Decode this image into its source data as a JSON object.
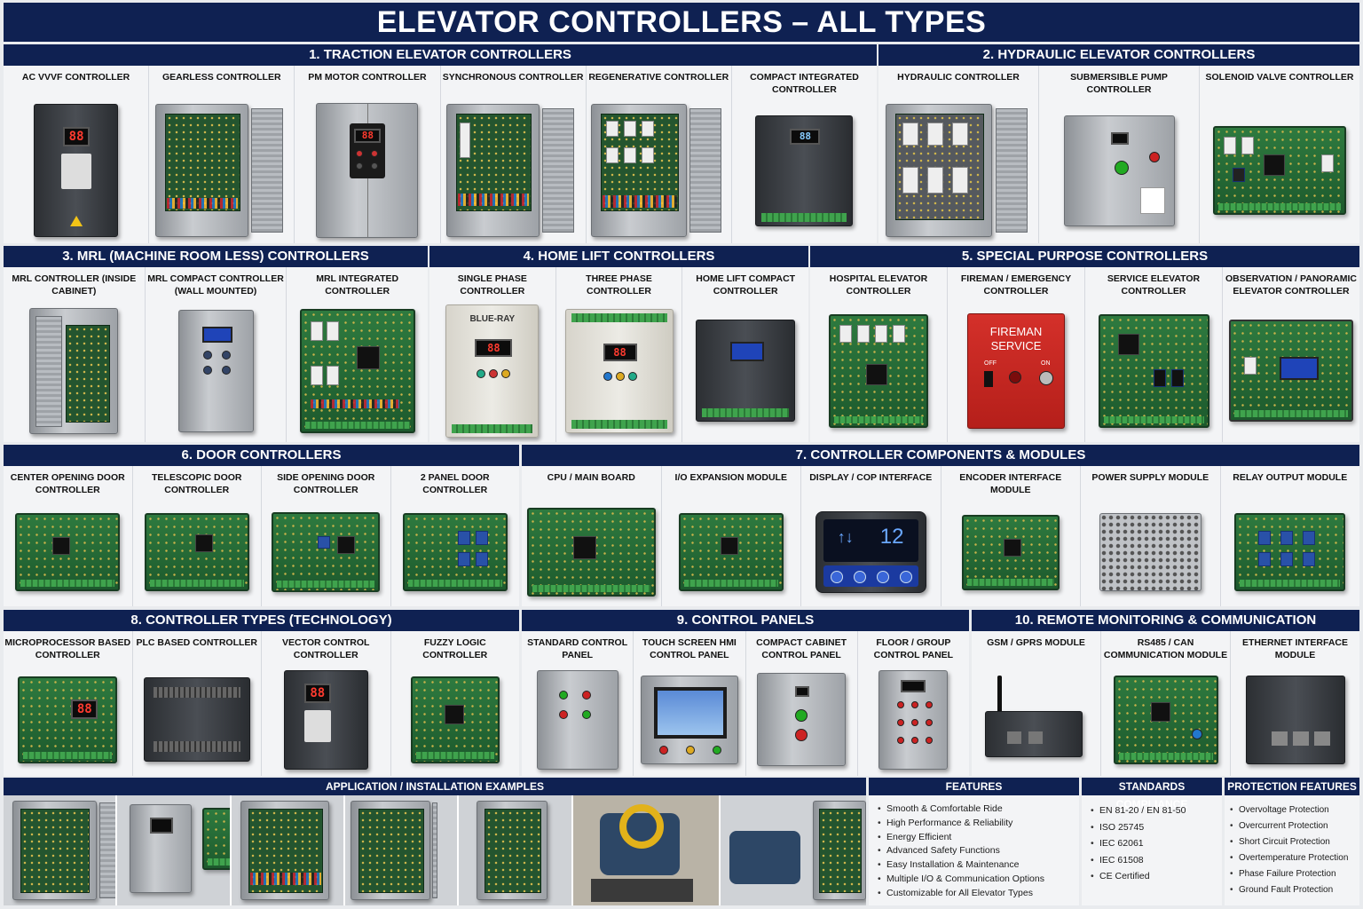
{
  "title": "ELEVATOR CONTROLLERS – ALL TYPES",
  "s1": {
    "title": "1. TRACTION ELEVATOR CONTROLLERS",
    "items": [
      "AC VVVF CONTROLLER",
      "GEARLESS CONTROLLER",
      "PM MOTOR CONTROLLER",
      "SYNCHRONOUS CONTROLLER",
      "REGENERATIVE CONTROLLER",
      "COMPACT INTEGRATED CONTROLLER"
    ]
  },
  "s2": {
    "title": "2. HYDRAULIC ELEVATOR CONTROLLERS",
    "items": [
      "HYDRAULIC CONTROLLER",
      "SUBMERSIBLE PUMP CONTROLLER",
      "SOLENOID VALVE CONTROLLER"
    ]
  },
  "s3": {
    "title": "3. MRL (MACHINE ROOM LESS) CONTROLLERS",
    "items": [
      "MRL CONTROLLER (INSIDE CABINET)",
      "MRL COMPACT CONTROLLER (WALL MOUNTED)",
      "MRL INTEGRATED CONTROLLER"
    ]
  },
  "s4": {
    "title": "4. HOME LIFT CONTROLLERS",
    "items": [
      "SINGLE PHASE CONTROLLER",
      "THREE PHASE CONTROLLER",
      "HOME LIFT COMPACT CONTROLLER"
    ],
    "brand": "BLUE-RAY"
  },
  "s5": {
    "title": "5. SPECIAL PURPOSE CONTROLLERS",
    "items": [
      "HOSPITAL ELEVATOR CONTROLLER",
      "FIREMAN / EMERGENCY CONTROLLER",
      "SERVICE ELEVATOR CONTROLLER",
      "OBSERVATION / PANORAMIC ELEVATOR CONTROLLER"
    ],
    "fireman": {
      "line1": "FIREMAN",
      "line2": "SERVICE",
      "off": "OFF",
      "on": "ON"
    }
  },
  "s6": {
    "title": "6. DOOR CONTROLLERS",
    "items": [
      "CENTER OPENING DOOR CONTROLLER",
      "TELESCOPIC DOOR CONTROLLER",
      "SIDE OPENING DOOR CONTROLLER",
      "2 PANEL DOOR CONTROLLER"
    ]
  },
  "s7": {
    "title": "7. CONTROLLER COMPONENTS & MODULES",
    "items": [
      "CPU / MAIN BOARD",
      "I/O EXPANSION MODULE",
      "DISPLAY / COP INTERFACE",
      "ENCODER INTERFACE MODULE",
      "POWER SUPPLY MODULE",
      "RELAY OUTPUT MODULE"
    ],
    "display": {
      "arrows": "↑↓",
      "floor": "12"
    }
  },
  "s8": {
    "title": "8. CONTROLLER TYPES (TECHNOLOGY)",
    "items": [
      "MICROPROCESSOR BASED CONTROLLER",
      "PLC BASED CONTROLLER",
      "VECTOR CONTROL CONTROLLER",
      "FUZZY LOGIC CONTROLLER"
    ]
  },
  "s9": {
    "title": "9. CONTROL PANELS",
    "items": [
      "STANDARD CONTROL PANEL",
      "TOUCH SCREEN HMI CONTROL PANEL",
      "COMPACT CABINET CONTROL PANEL",
      "FLOOR / GROUP CONTROL PANEL"
    ]
  },
  "s10": {
    "title": "10. REMOTE MONITORING & COMMUNICATION",
    "items": [
      "GSM / GPRS MODULE",
      "RS485 / CAN COMMUNICATION MODULE",
      "ETHERNET INTERFACE MODULE"
    ]
  },
  "apps": {
    "title": "APPLICATION / INSTALLATION EXAMPLES"
  },
  "features": {
    "title": "FEATURES",
    "items": [
      "Smooth & Comfortable Ride",
      "High Performance & Reliability",
      "Energy Efficient",
      "Advanced Safety Functions",
      "Easy Installation & Maintenance",
      "Multiple I/O & Communication Options",
      "Customizable for All Elevator Types"
    ]
  },
  "standards": {
    "title": "STANDARDS COMPLIANCE",
    "items": [
      "EN 81-20 / EN 81-50",
      "ISO 25745",
      "IEC 62061",
      "IEC 61508",
      "CE Certified"
    ]
  },
  "protection": {
    "title": "PROTECTION FEATURES",
    "items": [
      "Overvoltage Protection",
      "Overcurrent Protection",
      "Short Circuit Protection",
      "Overtemperature Protection",
      "Phase Failure Protection",
      "Ground Fault Protection"
    ]
  },
  "lcd": "88"
}
